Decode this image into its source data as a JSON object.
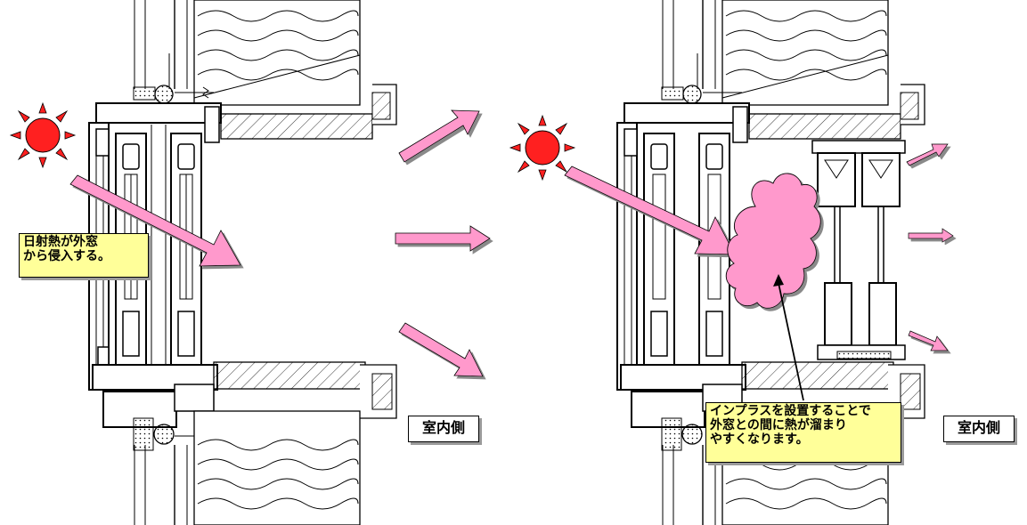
{
  "left_panel": {
    "callout": {
      "line1": "日射熱が外窓",
      "line2": "から侵入する。"
    },
    "room_label": "室内側"
  },
  "right_panel": {
    "callout": {
      "line1": "インプラスを設置することで",
      "line2": "外窓との間に熱が溜まり",
      "line3": "やすくなります。"
    },
    "room_label": "室内側"
  },
  "colors": {
    "arrow_fill": "#ff99cc",
    "sun_fill": "#ff2020",
    "callout_fill": "#ffff99",
    "cloud_fill": "#ff99cc"
  },
  "icons": [
    "sun-icon",
    "heat-arrow-icon",
    "heat-cloud-icon"
  ]
}
